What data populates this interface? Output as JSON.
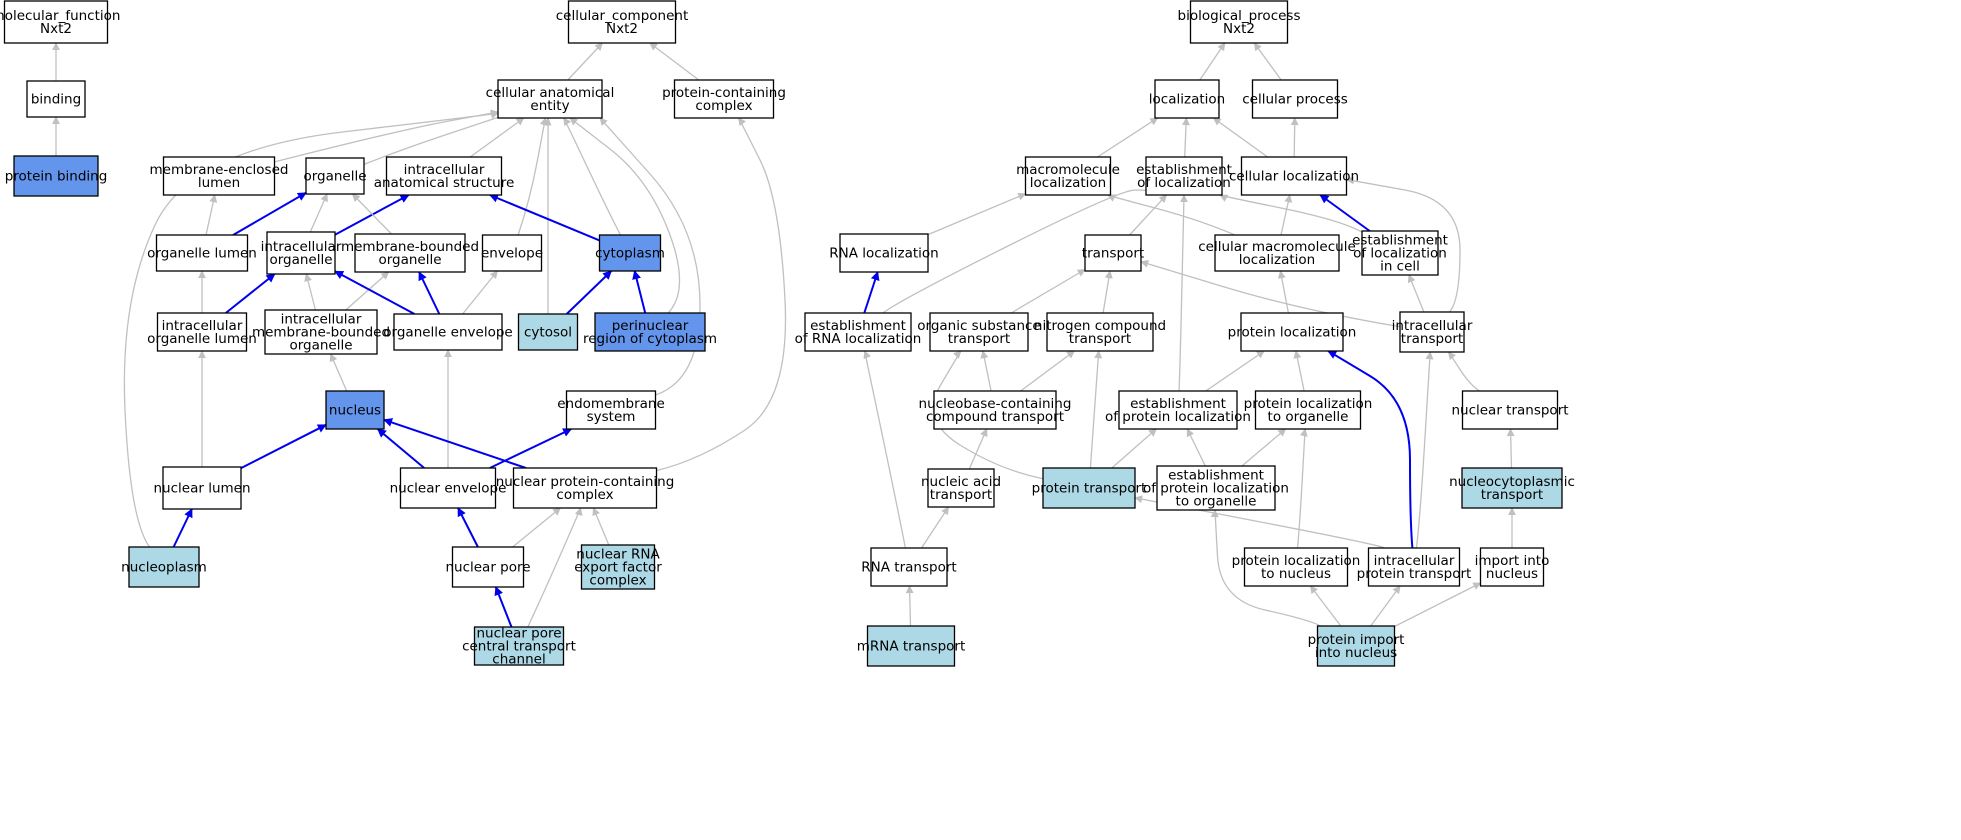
{
  "colors": {
    "default_fill": "#ffffff",
    "highlight_fill": "#6495ed",
    "annotated_fill": "#add8e6",
    "gray_edge": "#c0c0c0",
    "blue_edge": "#0000ee"
  },
  "nodes": [
    {
      "id": "mf",
      "lines": [
        "molecular_function",
        "Nxt2"
      ],
      "fill": "white"
    },
    {
      "id": "binding",
      "lines": [
        "binding"
      ],
      "fill": "white"
    },
    {
      "id": "protbind",
      "lines": [
        "protein binding"
      ],
      "fill": "highlight"
    },
    {
      "id": "cc",
      "lines": [
        "cellular_component",
        "Nxt2"
      ],
      "fill": "white"
    },
    {
      "id": "cae",
      "lines": [
        "cellular anatomical",
        "entity"
      ],
      "fill": "white"
    },
    {
      "id": "pcc",
      "lines": [
        "protein-containing",
        "complex"
      ],
      "fill": "white"
    },
    {
      "id": "mel",
      "lines": [
        "membrane-enclosed",
        "lumen"
      ],
      "fill": "white"
    },
    {
      "id": "organelle",
      "lines": [
        "organelle"
      ],
      "fill": "white"
    },
    {
      "id": "ias",
      "lines": [
        "intracellular",
        "anatomical structure"
      ],
      "fill": "white"
    },
    {
      "id": "olumen",
      "lines": [
        "organelle lumen"
      ],
      "fill": "white"
    },
    {
      "id": "iorg",
      "lines": [
        "intracellular",
        "organelle"
      ],
      "fill": "white"
    },
    {
      "id": "mbo",
      "lines": [
        "membrane-bounded",
        "organelle"
      ],
      "fill": "white"
    },
    {
      "id": "envelope",
      "lines": [
        "envelope"
      ],
      "fill": "white"
    },
    {
      "id": "cytoplasm",
      "lines": [
        "cytoplasm"
      ],
      "fill": "highlight"
    },
    {
      "id": "iol",
      "lines": [
        "intracellular",
        "organelle lumen"
      ],
      "fill": "white"
    },
    {
      "id": "imbo",
      "lines": [
        "intracellular",
        "membrane-bounded",
        "organelle"
      ],
      "fill": "white"
    },
    {
      "id": "oenv",
      "lines": [
        "organelle envelope"
      ],
      "fill": "white"
    },
    {
      "id": "cytosol",
      "lines": [
        "cytosol"
      ],
      "fill": "annotated"
    },
    {
      "id": "peri",
      "lines": [
        "perinuclear",
        "region of cytoplasm"
      ],
      "fill": "highlight"
    },
    {
      "id": "nucleus",
      "lines": [
        "nucleus"
      ],
      "fill": "highlight"
    },
    {
      "id": "endo",
      "lines": [
        "endomembrane",
        "system"
      ],
      "fill": "white"
    },
    {
      "id": "nlumen",
      "lines": [
        "nuclear lumen"
      ],
      "fill": "white"
    },
    {
      "id": "nenv",
      "lines": [
        "nuclear envelope"
      ],
      "fill": "white"
    },
    {
      "id": "npcc",
      "lines": [
        "nuclear protein-containing",
        "complex"
      ],
      "fill": "white"
    },
    {
      "id": "nucleoplasm",
      "lines": [
        "nucleoplasm"
      ],
      "fill": "annotated"
    },
    {
      "id": "npore",
      "lines": [
        "nuclear pore"
      ],
      "fill": "white"
    },
    {
      "id": "nrna",
      "lines": [
        "nuclear RNA",
        "export factor",
        "complex"
      ],
      "fill": "annotated"
    },
    {
      "id": "npctc",
      "lines": [
        "nuclear pore",
        "central transport",
        "channel"
      ],
      "fill": "annotated"
    },
    {
      "id": "bp",
      "lines": [
        "biological_process",
        "Nxt2"
      ],
      "fill": "white"
    },
    {
      "id": "loc",
      "lines": [
        "localization"
      ],
      "fill": "white"
    },
    {
      "id": "cproc",
      "lines": [
        "cellular process"
      ],
      "fill": "white"
    },
    {
      "id": "macloc",
      "lines": [
        "macromolecule",
        "localization"
      ],
      "fill": "white"
    },
    {
      "id": "estloc",
      "lines": [
        "establishment",
        "of localization"
      ],
      "fill": "white"
    },
    {
      "id": "cellloc",
      "lines": [
        "cellular localization"
      ],
      "fill": "white"
    },
    {
      "id": "rnaloc",
      "lines": [
        "RNA localization"
      ],
      "fill": "white"
    },
    {
      "id": "transport",
      "lines": [
        "transport"
      ],
      "fill": "white"
    },
    {
      "id": "cmacloc",
      "lines": [
        "cellular macromolecule",
        "localization"
      ],
      "fill": "white"
    },
    {
      "id": "eloccell",
      "lines": [
        "establishment",
        "of localization",
        "in cell"
      ],
      "fill": "white"
    },
    {
      "id": "ernaloc",
      "lines": [
        "establishment",
        "of RNA localization"
      ],
      "fill": "white"
    },
    {
      "id": "orgsub",
      "lines": [
        "organic substance",
        "transport"
      ],
      "fill": "white"
    },
    {
      "id": "nitro",
      "lines": [
        "nitrogen compound",
        "transport"
      ],
      "fill": "white"
    },
    {
      "id": "protloc",
      "lines": [
        "protein localization"
      ],
      "fill": "white"
    },
    {
      "id": "itransport",
      "lines": [
        "intracellular",
        "transport"
      ],
      "fill": "white"
    },
    {
      "id": "nucleobase",
      "lines": [
        "nucleobase-containing",
        "compound transport"
      ],
      "fill": "white"
    },
    {
      "id": "eprotloc",
      "lines": [
        "establishment",
        "of protein localization"
      ],
      "fill": "white"
    },
    {
      "id": "plorg",
      "lines": [
        "protein localization",
        "to organelle"
      ],
      "fill": "white"
    },
    {
      "id": "ntransport",
      "lines": [
        "nuclear transport"
      ],
      "fill": "white"
    },
    {
      "id": "nat",
      "lines": [
        "nucleic acid",
        "transport"
      ],
      "fill": "white"
    },
    {
      "id": "ptransport",
      "lines": [
        "protein transport"
      ],
      "fill": "annotated"
    },
    {
      "id": "eplorg",
      "lines": [
        "establishment",
        "of protein localization",
        "to organelle"
      ],
      "fill": "white"
    },
    {
      "id": "nctransport",
      "lines": [
        "nucleocytoplasmic",
        "transport"
      ],
      "fill": "annotated"
    },
    {
      "id": "rnatransport",
      "lines": [
        "RNA transport"
      ],
      "fill": "white"
    },
    {
      "id": "plnuc",
      "lines": [
        "protein localization",
        "to nucleus"
      ],
      "fill": "white"
    },
    {
      "id": "iptransport",
      "lines": [
        "intracellular",
        "protein transport"
      ],
      "fill": "white"
    },
    {
      "id": "importnuc",
      "lines": [
        "import into",
        "nucleus"
      ],
      "fill": "white"
    },
    {
      "id": "mrna",
      "lines": [
        "mRNA transport"
      ],
      "fill": "annotated"
    },
    {
      "id": "pimport",
      "lines": [
        "protein import",
        "into nucleus"
      ],
      "fill": "annotated"
    }
  ],
  "edges": [
    {
      "from": "binding",
      "to": "mf",
      "type": "gray"
    },
    {
      "from": "protbind",
      "to": "binding",
      "type": "gray"
    },
    {
      "from": "cae",
      "to": "cc",
      "type": "gray"
    },
    {
      "from": "pcc",
      "to": "cc",
      "type": "gray"
    },
    {
      "from": "mel",
      "to": "cae",
      "type": "gray"
    },
    {
      "from": "organelle",
      "to": "cae",
      "type": "gray"
    },
    {
      "from": "ias",
      "to": "cae",
      "type": "gray"
    },
    {
      "from": "envelope",
      "to": "cae",
      "type": "gray"
    },
    {
      "from": "cytoplasm",
      "to": "cae",
      "type": "gray"
    },
    {
      "from": "cytosol",
      "to": "cae",
      "type": "gray"
    },
    {
      "from": "peri",
      "to": "cae",
      "type": "gray"
    },
    {
      "from": "endo",
      "to": "cae",
      "type": "gray"
    },
    {
      "from": "nucleoplasm",
      "to": "cae",
      "type": "gray"
    },
    {
      "from": "olumen",
      "to": "mel",
      "type": "gray"
    },
    {
      "from": "olumen",
      "to": "organelle",
      "type": "blue"
    },
    {
      "from": "iorg",
      "to": "organelle",
      "type": "gray"
    },
    {
      "from": "iorg",
      "to": "ias",
      "type": "blue"
    },
    {
      "from": "mbo",
      "to": "organelle",
      "type": "gray"
    },
    {
      "from": "cytoplasm",
      "to": "ias",
      "type": "blue"
    },
    {
      "from": "iol",
      "to": "olumen",
      "type": "gray"
    },
    {
      "from": "iol",
      "to": "iorg",
      "type": "blue"
    },
    {
      "from": "imbo",
      "to": "iorg",
      "type": "gray"
    },
    {
      "from": "imbo",
      "to": "mbo",
      "type": "gray"
    },
    {
      "from": "oenv",
      "to": "iorg",
      "type": "blue"
    },
    {
      "from": "oenv",
      "to": "mbo",
      "type": "blue"
    },
    {
      "from": "oenv",
      "to": "envelope",
      "type": "gray"
    },
    {
      "from": "cytosol",
      "to": "cytoplasm",
      "type": "blue"
    },
    {
      "from": "peri",
      "to": "cytoplasm",
      "type": "blue"
    },
    {
      "from": "nucleus",
      "to": "imbo",
      "type": "gray"
    },
    {
      "from": "nlumen",
      "to": "iol",
      "type": "gray"
    },
    {
      "from": "nlumen",
      "to": "nucleus",
      "type": "blue"
    },
    {
      "from": "nenv",
      "to": "nucleus",
      "type": "blue"
    },
    {
      "from": "nenv",
      "to": "oenv",
      "type": "gray"
    },
    {
      "from": "nenv",
      "to": "endo",
      "type": "blue"
    },
    {
      "from": "npcc",
      "to": "nucleus",
      "type": "blue"
    },
    {
      "from": "npcc",
      "to": "pcc",
      "type": "gray"
    },
    {
      "from": "nucleoplasm",
      "to": "nlumen",
      "type": "blue"
    },
    {
      "from": "npore",
      "to": "nenv",
      "type": "blue"
    },
    {
      "from": "npore",
      "to": "npcc",
      "type": "gray"
    },
    {
      "from": "nrna",
      "to": "npcc",
      "type": "gray"
    },
    {
      "from": "npctc",
      "to": "npore",
      "type": "blue"
    },
    {
      "from": "npctc",
      "to": "npcc",
      "type": "gray"
    },
    {
      "from": "loc",
      "to": "bp",
      "type": "gray"
    },
    {
      "from": "cproc",
      "to": "bp",
      "type": "gray"
    },
    {
      "from": "macloc",
      "to": "loc",
      "type": "gray"
    },
    {
      "from": "estloc",
      "to": "loc",
      "type": "gray"
    },
    {
      "from": "cellloc",
      "to": "loc",
      "type": "gray"
    },
    {
      "from": "cellloc",
      "to": "cproc",
      "type": "gray"
    },
    {
      "from": "rnaloc",
      "to": "macloc",
      "type": "gray"
    },
    {
      "from": "cmacloc",
      "to": "macloc",
      "type": "gray"
    },
    {
      "from": "transport",
      "to": "estloc",
      "type": "gray"
    },
    {
      "from": "eloccell",
      "to": "estloc",
      "type": "gray"
    },
    {
      "from": "eloccell",
      "to": "cellloc",
      "type": "blue"
    },
    {
      "from": "cmacloc",
      "to": "cellloc",
      "type": "gray"
    },
    {
      "from": "itransport",
      "to": "cellloc",
      "type": "gray"
    },
    {
      "from": "ernaloc",
      "to": "rnaloc",
      "type": "blue"
    },
    {
      "from": "ernaloc",
      "to": "estloc",
      "type": "gray"
    },
    {
      "from": "orgsub",
      "to": "transport",
      "type": "gray"
    },
    {
      "from": "nitro",
      "to": "transport",
      "type": "gray"
    },
    {
      "from": "itransport",
      "to": "transport",
      "type": "gray"
    },
    {
      "from": "protloc",
      "to": "cmacloc",
      "type": "gray"
    },
    {
      "from": "itransport",
      "to": "eloccell",
      "type": "gray"
    },
    {
      "from": "nucleobase",
      "to": "orgsub",
      "type": "gray"
    },
    {
      "from": "nucleobase",
      "to": "nitro",
      "type": "gray"
    },
    {
      "from": "eprotloc",
      "to": "protloc",
      "type": "gray"
    },
    {
      "from": "eprotloc",
      "to": "estloc",
      "type": "gray"
    },
    {
      "from": "plorg",
      "to": "protloc",
      "type": "gray"
    },
    {
      "from": "ntransport",
      "to": "itransport",
      "type": "gray"
    },
    {
      "from": "nat",
      "to": "nucleobase",
      "type": "gray"
    },
    {
      "from": "ptransport",
      "to": "orgsub",
      "type": "gray"
    },
    {
      "from": "ptransport",
      "to": "nitro",
      "type": "gray"
    },
    {
      "from": "ptransport",
      "to": "eprotloc",
      "type": "gray"
    },
    {
      "from": "eplorg",
      "to": "eprotloc",
      "type": "gray"
    },
    {
      "from": "eplorg",
      "to": "plorg",
      "type": "gray"
    },
    {
      "from": "nctransport",
      "to": "ntransport",
      "type": "gray"
    },
    {
      "from": "rnatransport",
      "to": "nat",
      "type": "gray"
    },
    {
      "from": "rnatransport",
      "to": "ernaloc",
      "type": "gray"
    },
    {
      "from": "plnuc",
      "to": "plorg",
      "type": "gray"
    },
    {
      "from": "iptransport",
      "to": "protloc",
      "type": "blue"
    },
    {
      "from": "iptransport",
      "to": "itransport",
      "type": "gray"
    },
    {
      "from": "iptransport",
      "to": "ptransport",
      "type": "gray"
    },
    {
      "from": "importnuc",
      "to": "nctransport",
      "type": "gray"
    },
    {
      "from": "mrna",
      "to": "rnatransport",
      "type": "gray"
    },
    {
      "from": "pimport",
      "to": "plnuc",
      "type": "gray"
    },
    {
      "from": "pimport",
      "to": "iptransport",
      "type": "gray"
    },
    {
      "from": "pimport",
      "to": "importnuc",
      "type": "gray"
    },
    {
      "from": "pimport",
      "to": "eplorg",
      "type": "gray"
    }
  ]
}
